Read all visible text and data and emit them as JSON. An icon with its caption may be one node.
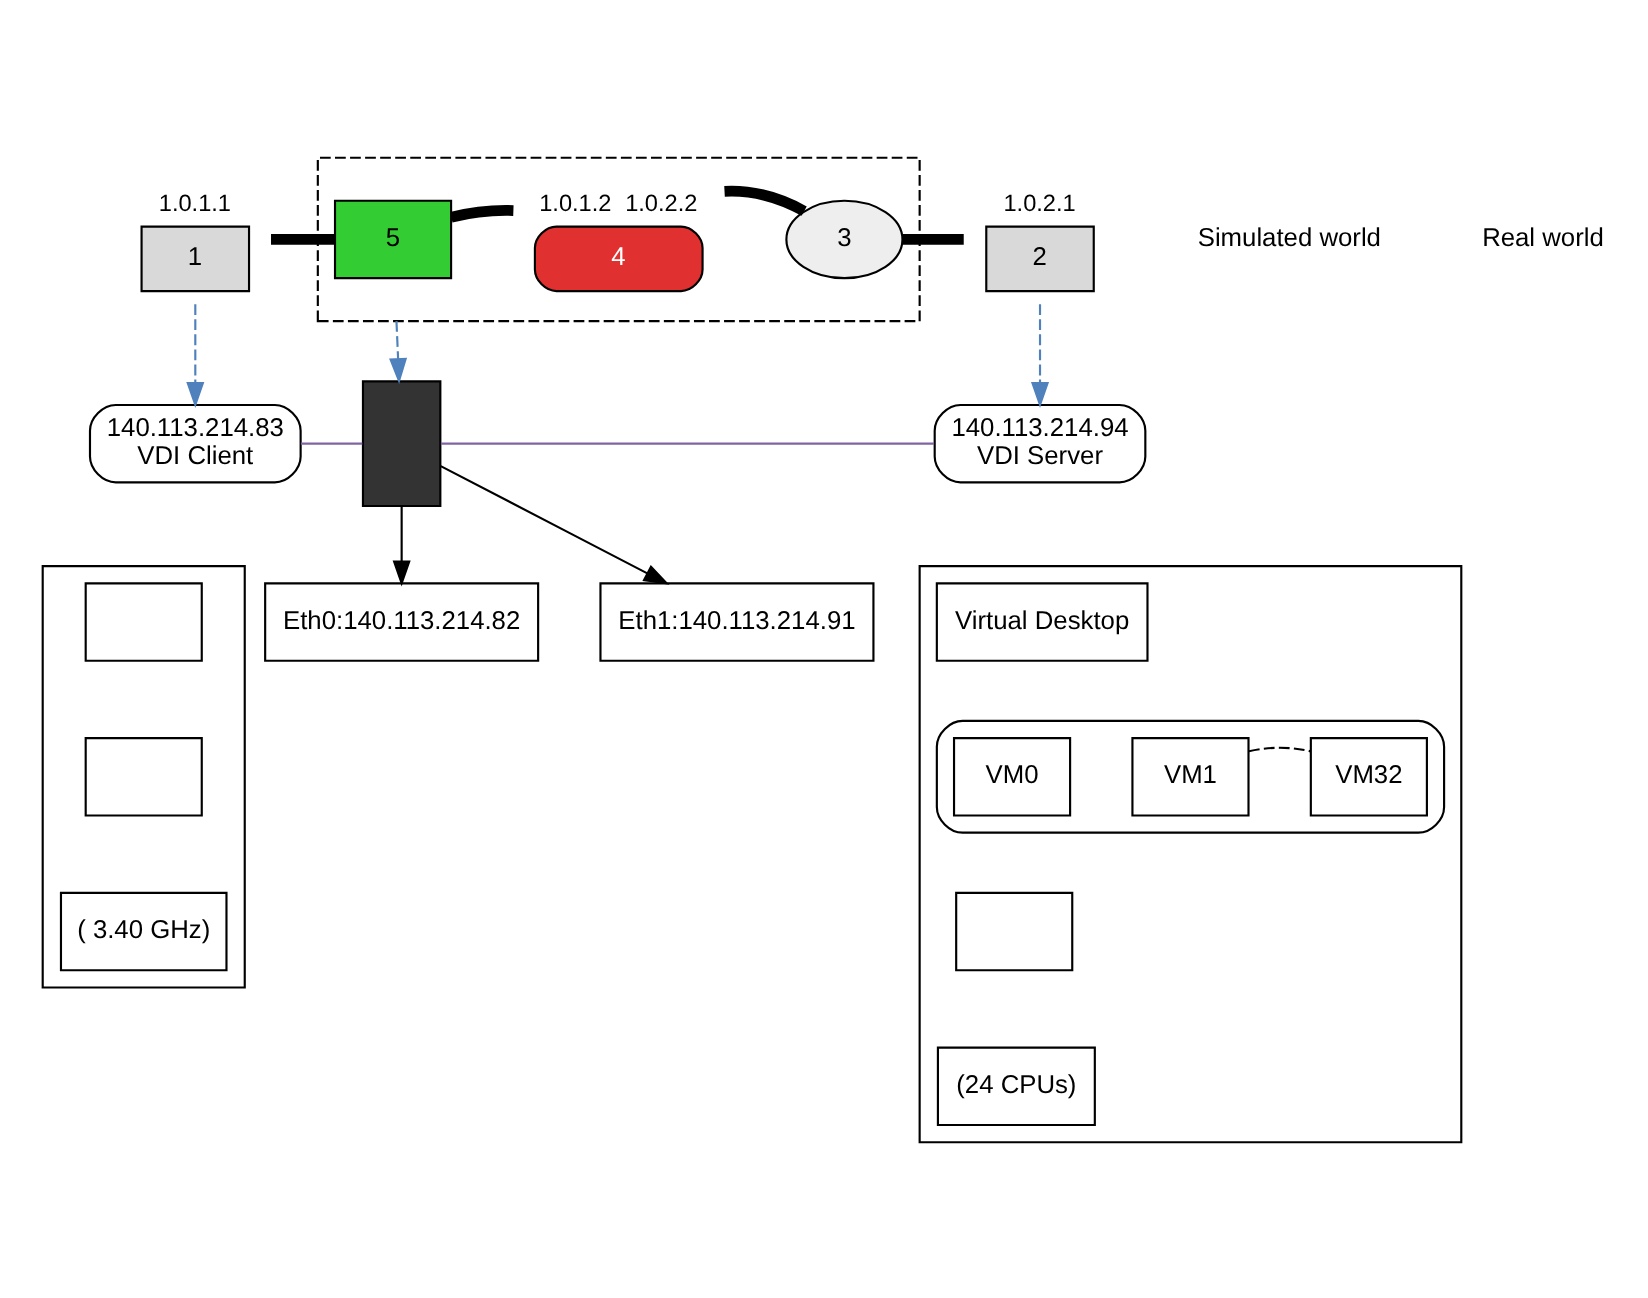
{
  "diagram": {
    "nodes": [
      {
        "text": [
          "1"
        ],
        "beside": [
          "1.0.1.1"
        ]
      },
      {
        "text": [],
        "shape": "box"
      },
      {
        "text": [
          "5"
        ],
        "in": 1
      },
      {
        "text": [
          "4"
        ],
        "in": 1,
        "beside": [
          "1.0.1.2",
          "1.0.2.2"
        ]
      },
      {
        "text": [
          "3"
        ],
        "in": 1
      },
      {
        "text": [
          "2"
        ],
        "beside": [
          "1.0.2.1"
        ]
      },
      {
        "text": [
          "Eth0:140.113.214.82"
        ]
      },
      {
        "text": [
          "Eth1:140.113.214.91"
        ]
      },
      {
        "text": [
          "140.113.214.83",
          "VDI Client"
        ]
      },
      {
        "text": [],
        "shape": "box"
      },
      {
        "text": [
          "140.113.214.94",
          "VDI Server"
        ]
      },
      {
        "text": [],
        "shape": "box"
      },
      {
        "text": [],
        "shape": "box",
        "in": 11
      },
      {
        "text": [],
        "shape": "box",
        "in": 11
      },
      {
        "text": [
          "( 3.40 GHz)"
        ],
        "in": 11
      },
      {
        "text": [],
        "shape": "box"
      },
      {
        "text": [
          "Virtual Desktop"
        ],
        "in": 15
      },
      {
        "text": [],
        "shape": "ellipse",
        "in": 15
      },
      {
        "text": [
          "VM0"
        ],
        "in": 17
      },
      {
        "text": [
          "VM1"
        ],
        "in": 17
      },
      {
        "text": [
          "VM32"
        ],
        "in": 17
      },
      {
        "text": [],
        "shape": "box",
        "in": 15
      },
      {
        "text": [
          "(24 CPUs)"
        ],
        "in": 15
      }
    ],
    "edges": [
      {
        "from": 0,
        "to": 2,
        "arrow": "none",
        "style": "thick"
      },
      {
        "from": 2,
        "to": 3,
        "arrow": "none",
        "style": "thick"
      },
      {
        "from": 3,
        "to": 4,
        "arrow": "none",
        "style": "thick"
      },
      {
        "from": 4,
        "to": 5,
        "arrow": "none",
        "style": "thick"
      },
      {
        "from": 0,
        "to": 8,
        "arrow": "to",
        "style": "dashed",
        "color": "#4f81bd"
      },
      {
        "from": 1,
        "to": 9,
        "arrow": "to",
        "style": "dashed",
        "color": "#4f81bd"
      },
      {
        "from": 5,
        "to": 10,
        "arrow": "to",
        "style": "dashed",
        "color": "#4f81bd"
      },
      {
        "from": 9,
        "to": 6,
        "arrow": "to"
      },
      {
        "from": 9,
        "to": 7,
        "arrow": "to"
      },
      {
        "from": 8,
        "to": 9,
        "arrow": "none",
        "color": "#8064a2"
      },
      {
        "from": 9,
        "to": 10,
        "arrow": "none",
        "color": "#8064a2"
      },
      {
        "from": 19,
        "to": 20,
        "arrow": "none",
        "style": "dashed"
      }
    ],
    "labels": [
      "Simulated world",
      "Real world"
    ]
  }
}
